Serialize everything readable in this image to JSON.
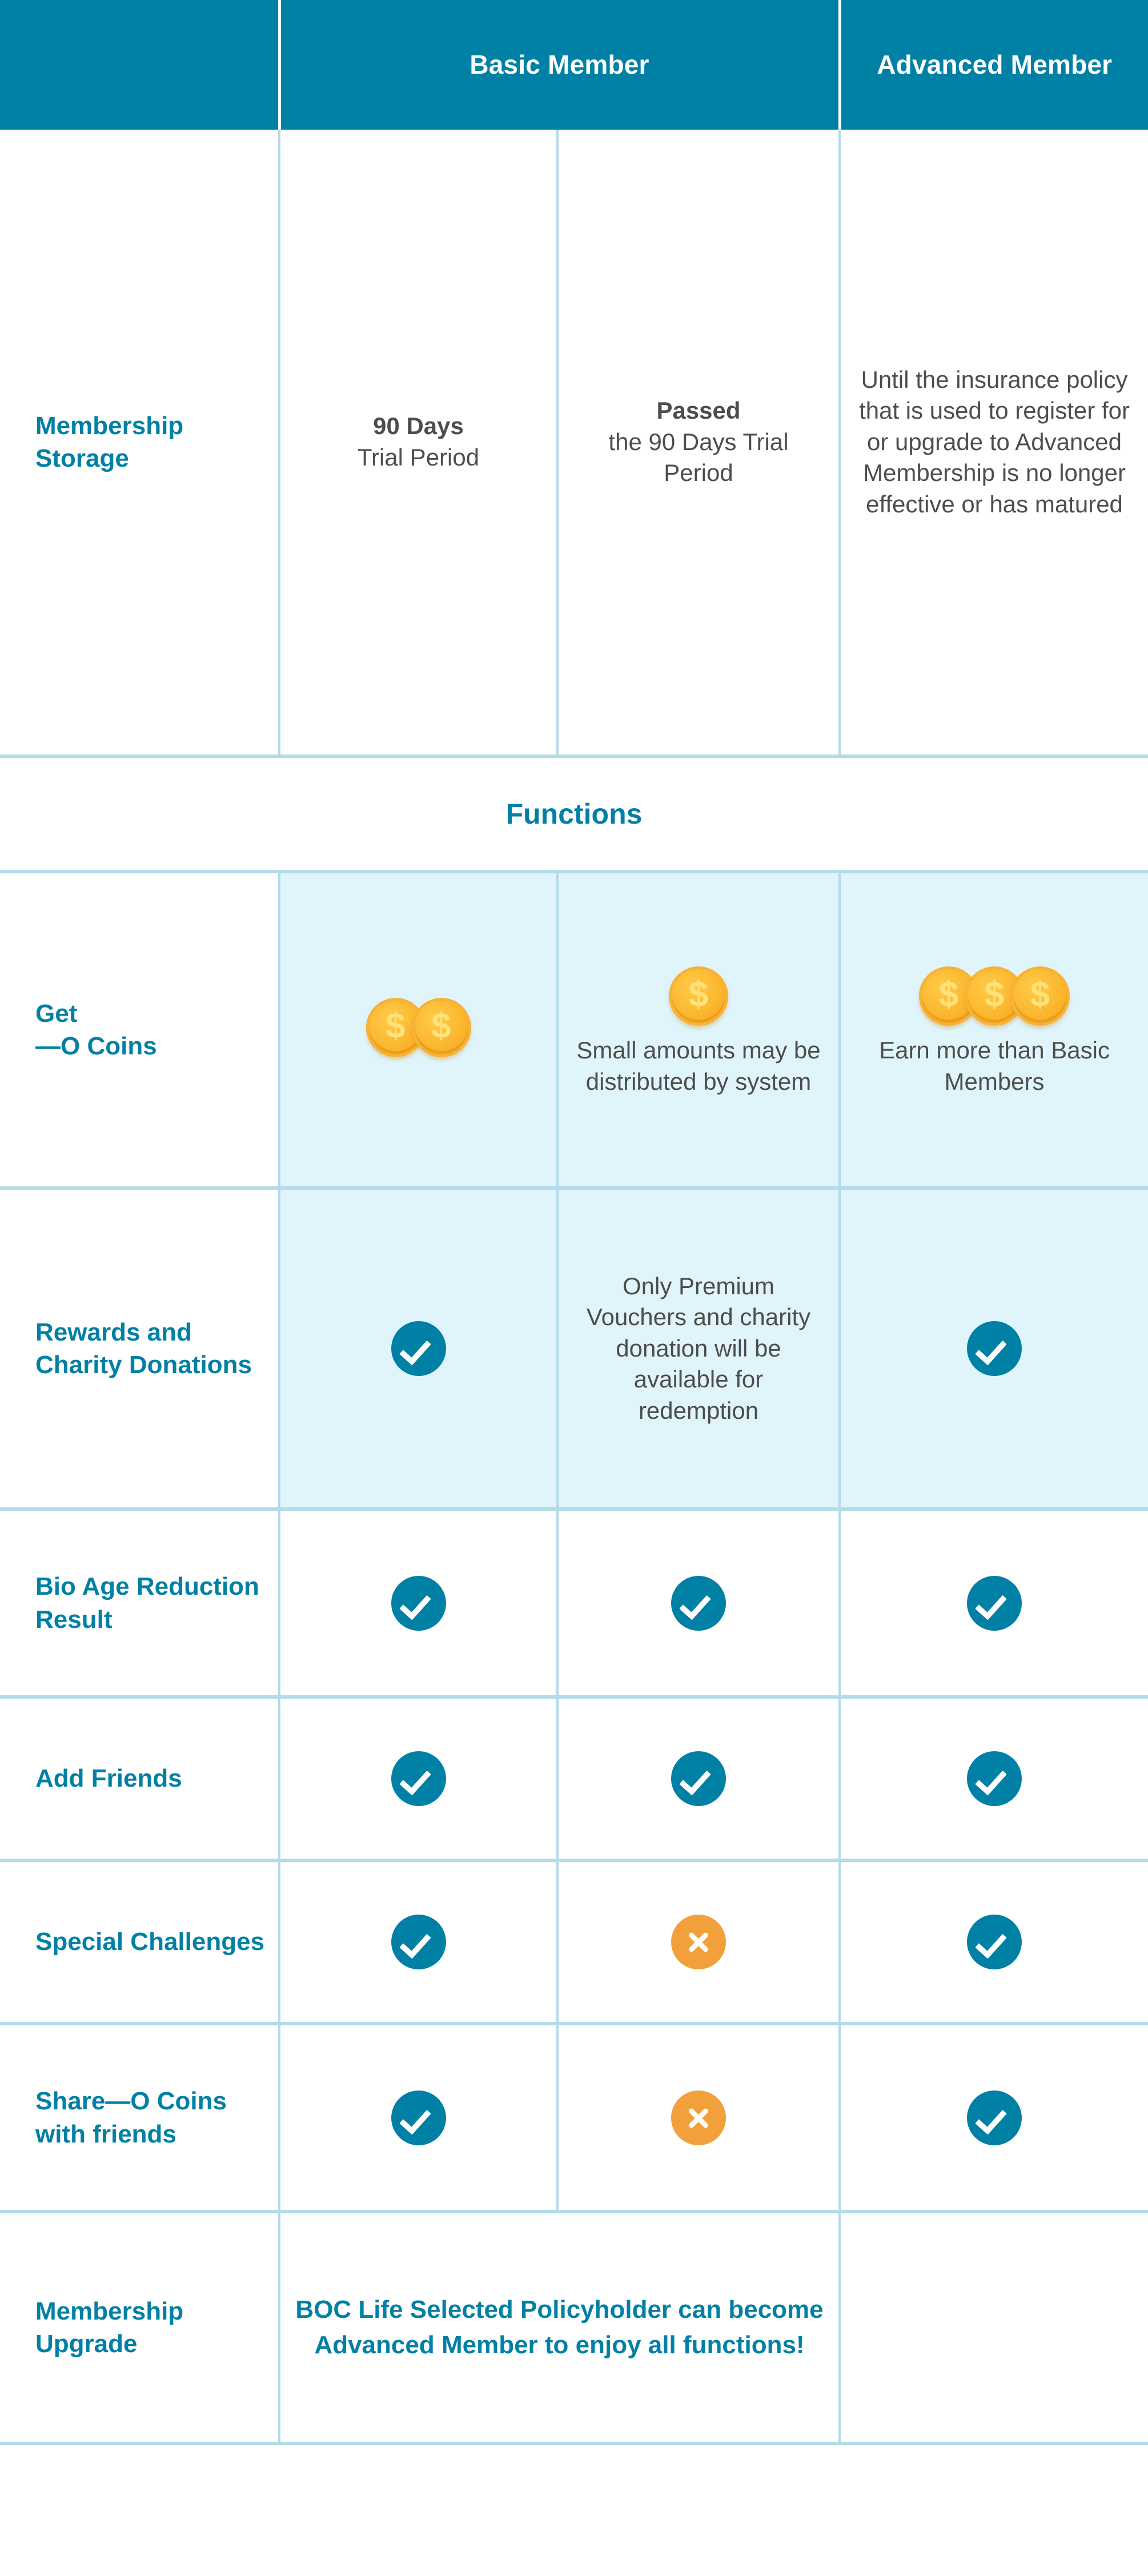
{
  "table": {
    "header": {
      "blank_label": "",
      "basic_member": "Basic Member",
      "advanced_member": "Advanced Member"
    },
    "section_title": "Functions",
    "rows": {
      "membership_storage": {
        "label": "Membership Storage",
        "basic_trial": {
          "strong": "90 Days",
          "rest": "Trial Period"
        },
        "basic_passed": {
          "strong": "Passed",
          "rest": "the 90 Days Trial Period"
        },
        "advanced": "Until the insurance policy that is used to register for or upgrade to Advanced Membership is no longer effective or has matured"
      },
      "get_coins": {
        "label_line1": "Get",
        "label_line2": "—O Coins",
        "basic_trial_coins": 2,
        "basic_passed_coins": 1,
        "basic_passed_text": "Small amounts may be distributed by system",
        "advanced_coins": 3,
        "advanced_text": "Earn more than Basic Members"
      },
      "rewards_charity": {
        "label": "Rewards and Charity Donations",
        "basic_trial": "check",
        "basic_passed_text": "Only Premium Vouchers and charity donation will be available for redemption",
        "advanced": "check"
      },
      "bio_age": {
        "label": "Bio Age Reduction Result",
        "basic_trial": "check",
        "basic_passed": "check",
        "advanced": "check"
      },
      "add_friends": {
        "label": "Add Friends",
        "basic_trial": "check",
        "basic_passed": "check",
        "advanced": "check"
      },
      "special_challenges": {
        "label": "Special Challenges",
        "basic_trial": "check",
        "basic_passed": "cross",
        "advanced": "check"
      },
      "share_coins": {
        "label": "Share—O Coins with friends",
        "basic_trial": "check",
        "basic_passed": "cross",
        "advanced": "check"
      },
      "membership_upgrade": {
        "label": "Membership Upgrade",
        "message": "BOC Life Selected Policyholder can become Advanced Member to enjoy all functions!",
        "advanced": ""
      }
    }
  },
  "icons": {
    "check": "check-circle-icon",
    "cross": "cross-circle-icon",
    "coin": "gold-coin-icon",
    "coin_symbol": "$"
  },
  "colors": {
    "brand_teal": "#0080A5",
    "grid_line": "#b3dbe9",
    "highlight_row": "#e0f4fb",
    "body_text": "#4d4d4d",
    "coin_gold": "#F9B233",
    "cross_orange": "#F2A03C",
    "white": "#ffffff"
  }
}
